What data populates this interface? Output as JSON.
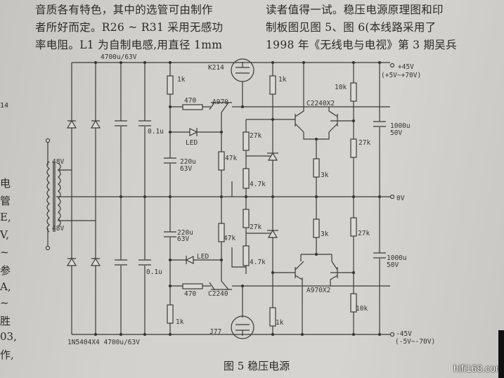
{
  "text_left": [
    "音质各有特色，其中的选管可由制作",
    "者所好而定。R26 ~ R31 采用无感功",
    "率电阻。L1 为自制电感,用直径 1mm"
  ],
  "text_right": [
    "读者值得一试。稳压电源原理图和印",
    "制板图见图 5、图 6(本线路采用了",
    "1998 年《无线电与电视》第 3 期吴兵"
  ],
  "margin_fragments": [
    "14",
    "电",
    "管",
    "E,",
    "V,",
    "~",
    "参",
    "A,",
    "~",
    "胜",
    "03,",
    "作,"
  ],
  "caption": "图 5  稳压电源",
  "watermark": "hifi168.com",
  "labels": {
    "top_cap": "4700u/63V",
    "bottom_parts": "1N5404X4 4700u/63V",
    "mosfet_top": "K214",
    "mosfet_bottom": "J77",
    "r1k_top": "1k",
    "r470_top": "470",
    "q_a970": "A970",
    "cap_01u_top": "0.1u",
    "led_top": "LED",
    "cap220_top_a": "220u",
    "cap220_top_b": "63V",
    "r47k_top": "47k",
    "r27k_top": "27k",
    "pot_top": "4.7k",
    "r1k_top2": "1k",
    "q_pair_top": "C2240X2",
    "r3k_top": "3k",
    "r10k_top": "10k",
    "r27k_top2": "27k",
    "cap1000_top_a": "1000u",
    "cap1000_top_b": "50V",
    "out_pos": "+45V",
    "out_pos_range": "(+5V~+70V)",
    "out_zero": "0V",
    "trafo_top": "48V",
    "trafo_bottom": "48V",
    "cap220_bot_a": "220u",
    "cap220_bot_b": "63V",
    "r47k_bot": "47k",
    "r27k_bot": "27k",
    "pot_bot": "4.7k",
    "r3k_bot": "3k",
    "r27k_bot2": "27k",
    "led_bot": "LED",
    "cap_01u_bot": "0.1u",
    "r470_bot": "470",
    "q_c2240": "C2240",
    "q_pair_bot": "A970X2",
    "r1k_bot": "1k",
    "r1k_bot2": "1k",
    "r10k_bot": "10k",
    "cap1000_bot_a": "1000u",
    "cap1000_bot_b": "50V",
    "out_neg": "-45V",
    "out_neg_range": "(-5V~-70V)"
  }
}
